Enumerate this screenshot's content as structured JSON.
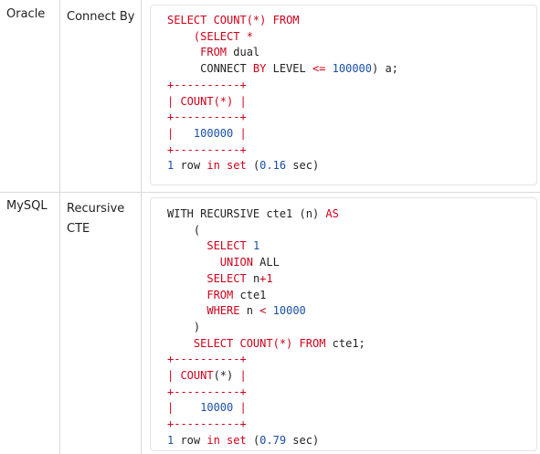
{
  "rows": [
    {
      "database": "Oracle",
      "method": "Connect By",
      "code_lines": [
        [
          {
            "t": "SELECT COUNT",
            "c": "kw"
          },
          {
            "t": "(*)",
            "c": "kw"
          },
          {
            "t": " FROM",
            "c": "kw"
          }
        ],
        [
          {
            "t": "    ",
            "c": ""
          },
          {
            "t": "(SELECT *",
            "c": "kw"
          }
        ],
        [
          {
            "t": "     ",
            "c": ""
          },
          {
            "t": "FROM",
            "c": "kw"
          },
          {
            "t": " dual",
            "c": ""
          }
        ],
        [
          {
            "t": "     CONNECT ",
            "c": ""
          },
          {
            "t": "BY",
            "c": "kw"
          },
          {
            "t": " LEVEL ",
            "c": ""
          },
          {
            "t": "<=",
            "c": "kw"
          },
          {
            "t": " ",
            "c": ""
          },
          {
            "t": "100000",
            "c": "num"
          },
          {
            "t": ") a;",
            "c": ""
          }
        ],
        [
          {
            "t": "+----------+",
            "c": "border"
          }
        ],
        [
          {
            "t": "| COUNT",
            "c": "kw"
          },
          {
            "t": "(*)",
            "c": "kw"
          },
          {
            "t": " |",
            "c": "kw"
          }
        ],
        [
          {
            "t": "+----------+",
            "c": "border"
          }
        ],
        [
          {
            "t": "|   ",
            "c": "kw"
          },
          {
            "t": "100000",
            "c": "num"
          },
          {
            "t": " |",
            "c": "kw"
          }
        ],
        [
          {
            "t": "+----------+",
            "c": "border"
          }
        ],
        [
          {
            "t": "1",
            "c": "num"
          },
          {
            "t": " row ",
            "c": ""
          },
          {
            "t": "in set",
            "c": "kw"
          },
          {
            "t": " (",
            "c": ""
          },
          {
            "t": "0.16",
            "c": "num"
          },
          {
            "t": " sec)",
            "c": ""
          }
        ]
      ]
    },
    {
      "database": "MySQL",
      "method": "Recursive CTE",
      "code_lines": [
        [
          {
            "t": "WITH RECURSIVE cte1 (n) ",
            "c": ""
          },
          {
            "t": "AS",
            "c": "kw"
          }
        ],
        [
          {
            "t": "    (",
            "c": ""
          }
        ],
        [
          {
            "t": "      ",
            "c": ""
          },
          {
            "t": "SELECT",
            "c": "kw"
          },
          {
            "t": " ",
            "c": ""
          },
          {
            "t": "1",
            "c": "num"
          }
        ],
        [
          {
            "t": "        ",
            "c": ""
          },
          {
            "t": "UNION",
            "c": "kw"
          },
          {
            "t": " ALL",
            "c": ""
          }
        ],
        [
          {
            "t": "      ",
            "c": ""
          },
          {
            "t": "SELECT",
            "c": "kw"
          },
          {
            "t": " n",
            "c": ""
          },
          {
            "t": "+1",
            "c": "kw"
          }
        ],
        [
          {
            "t": "      ",
            "c": ""
          },
          {
            "t": "FROM",
            "c": "kw"
          },
          {
            "t": " cte1",
            "c": ""
          }
        ],
        [
          {
            "t": "      ",
            "c": ""
          },
          {
            "t": "WHERE",
            "c": "kw"
          },
          {
            "t": " n ",
            "c": ""
          },
          {
            "t": "<",
            "c": "kw"
          },
          {
            "t": " ",
            "c": ""
          },
          {
            "t": "10000",
            "c": "num"
          }
        ],
        [
          {
            "t": "    )",
            "c": ""
          }
        ],
        [
          {
            "t": "    ",
            "c": ""
          },
          {
            "t": "SELECT COUNT",
            "c": "kw"
          },
          {
            "t": "(*)",
            "c": "kw"
          },
          {
            "t": " ",
            "c": ""
          },
          {
            "t": "FROM",
            "c": "kw"
          },
          {
            "t": " cte1;",
            "c": ""
          }
        ],
        [
          {
            "t": "+----------+",
            "c": "border"
          }
        ],
        [
          {
            "t": "| COUNT",
            "c": "kw"
          },
          {
            "t": "(*)",
            "c": ""
          },
          {
            "t": " |",
            "c": "kw"
          }
        ],
        [
          {
            "t": "+----------+",
            "c": "border"
          }
        ],
        [
          {
            "t": "|    ",
            "c": "kw"
          },
          {
            "t": "10000",
            "c": "num"
          },
          {
            "t": " |",
            "c": "kw"
          }
        ],
        [
          {
            "t": "+----------+",
            "c": "border"
          }
        ],
        [
          {
            "t": "1",
            "c": "num"
          },
          {
            "t": " row ",
            "c": ""
          },
          {
            "t": "in set",
            "c": "kw"
          },
          {
            "t": " (",
            "c": ""
          },
          {
            "t": "0.79",
            "c": "num"
          },
          {
            "t": " sec)",
            "c": ""
          }
        ]
      ]
    }
  ]
}
